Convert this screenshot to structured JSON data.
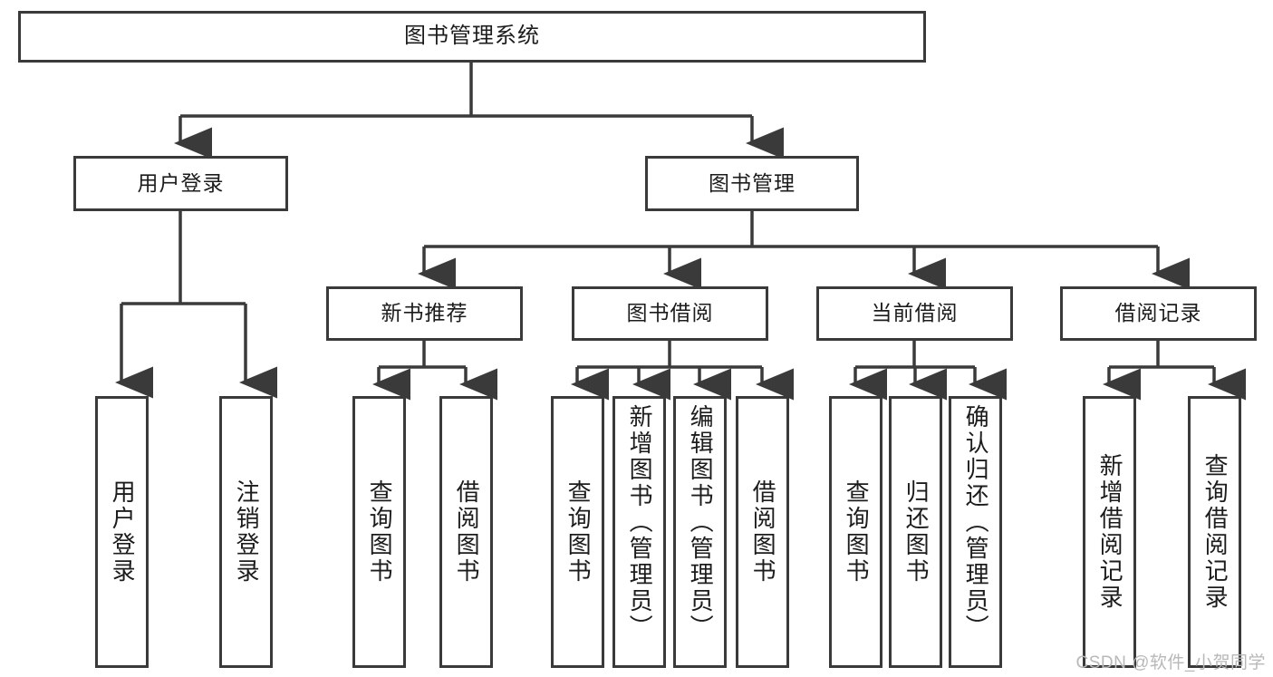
{
  "diagram": {
    "title": "图书管理系统",
    "type": "hierarchy-tree",
    "root": {
      "id": "root",
      "label": "图书管理系统"
    },
    "level2": [
      {
        "id": "user-login",
        "label": "用户登录"
      },
      {
        "id": "book-manage",
        "label": "图书管理"
      }
    ],
    "level3": [
      {
        "id": "new-book-recommend",
        "label": "新书推荐"
      },
      {
        "id": "book-borrow",
        "label": "图书借阅"
      },
      {
        "id": "current-borrow",
        "label": "当前借阅"
      },
      {
        "id": "borrow-record",
        "label": "借阅记录"
      }
    ],
    "leaves": {
      "user_login": [
        {
          "id": "leaf-user-login",
          "label": "用户登录"
        },
        {
          "id": "leaf-logout-login",
          "label": "注销登录"
        }
      ],
      "new_book_recommend": [
        {
          "id": "leaf-query-book-1",
          "label": "查询图书"
        },
        {
          "id": "leaf-borrow-book-1",
          "label": "借阅图书"
        }
      ],
      "book_borrow": [
        {
          "id": "leaf-query-book-2",
          "label": "查询图书"
        },
        {
          "id": "leaf-add-book",
          "label": "新增图书（管理员）"
        },
        {
          "id": "leaf-edit-book",
          "label": "编辑图书（管理员）"
        },
        {
          "id": "leaf-borrow-book-2",
          "label": "借阅图书"
        }
      ],
      "current_borrow": [
        {
          "id": "leaf-query-book-3",
          "label": "查询图书"
        },
        {
          "id": "leaf-return-book",
          "label": "归还图书"
        },
        {
          "id": "leaf-confirm-return",
          "label": "确认归还（管理员）"
        }
      ],
      "borrow_record": [
        {
          "id": "leaf-add-record",
          "label": "新增借阅记录"
        },
        {
          "id": "leaf-query-record",
          "label": "查询借阅记录"
        }
      ]
    },
    "colors": {
      "box_border": "#3a3a3a",
      "box_fill": "#ffffff",
      "connector": "#3a3a3a",
      "text": "#1c1c1c",
      "watermark": "#b8b8b8",
      "background": "#ffffff"
    }
  },
  "watermark": {
    "text": "CSDN @软件_小贺同学"
  }
}
